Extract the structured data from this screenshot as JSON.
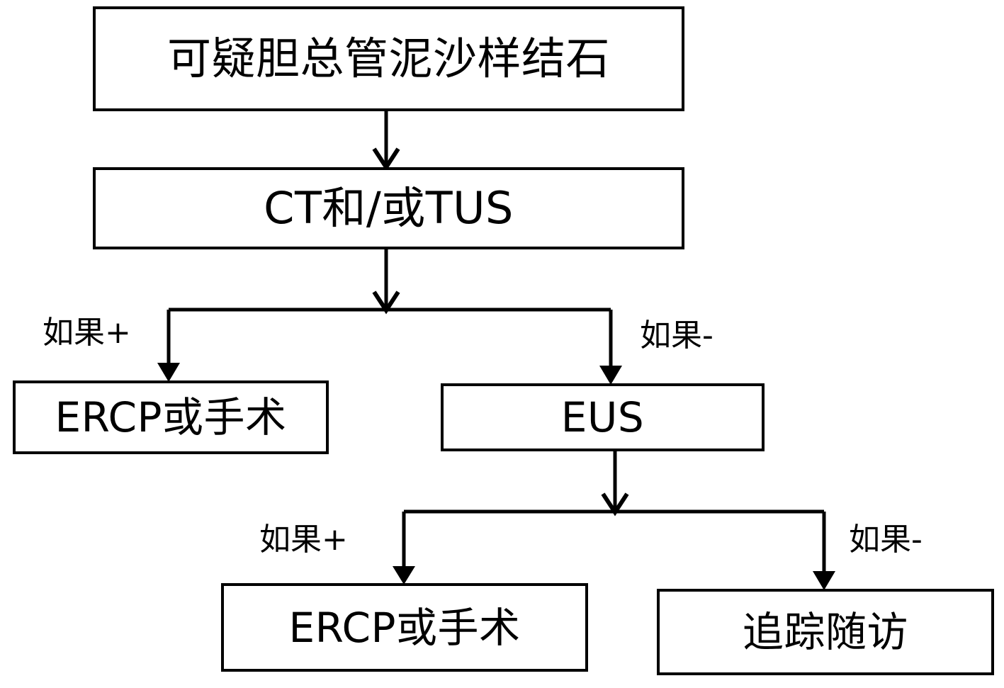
{
  "diagram": {
    "title": "Suspected common bile duct sludge stone management flowchart",
    "colors": {
      "stroke": "#000000",
      "fill": "#ffffff",
      "text": "#000000"
    },
    "nodes": [
      {
        "id": "suspect",
        "label": "可疑胆总管泥沙样结石"
      },
      {
        "id": "ct",
        "label": "CT和/或TUS"
      },
      {
        "id": "ercp1",
        "label": "ERCP或手术"
      },
      {
        "id": "eus",
        "label": "EUS"
      },
      {
        "id": "ercp2",
        "label": "ERCP或手术"
      },
      {
        "id": "followup",
        "label": "追踪随访"
      }
    ],
    "edge_labels": [
      {
        "id": "if_pos_1",
        "label": "如果+"
      },
      {
        "id": "if_neg_1",
        "label": "如果-"
      },
      {
        "id": "if_pos_2",
        "label": "如果+"
      },
      {
        "id": "if_neg_2",
        "label": "如果-"
      }
    ],
    "edges": [
      {
        "from": "suspect",
        "to": "ct",
        "label": ""
      },
      {
        "from": "ct",
        "to": "split1",
        "label": ""
      },
      {
        "from": "split1",
        "to": "ercp1",
        "label": "如果+"
      },
      {
        "from": "split1",
        "to": "eus",
        "label": "如果-"
      },
      {
        "from": "eus",
        "to": "split2",
        "label": ""
      },
      {
        "from": "split2",
        "to": "ercp2",
        "label": "如果+"
      },
      {
        "from": "split2",
        "to": "followup",
        "label": "如果-"
      }
    ]
  }
}
